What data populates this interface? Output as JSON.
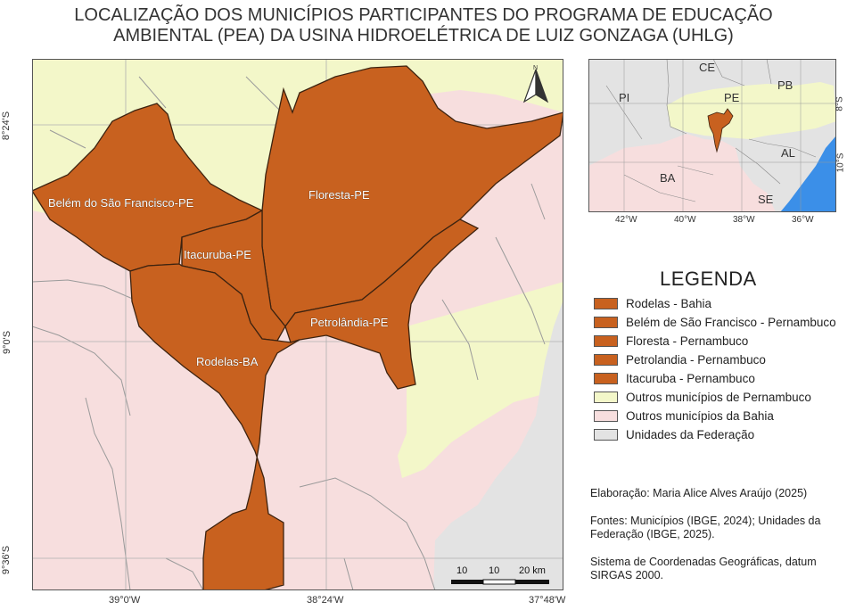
{
  "title": {
    "line1": "LOCALIZAÇÃO DOS MUNICÍPIOS PARTICIPANTES DO PROGRAMA DE EDUCAÇÃO",
    "line2": "AMBIENTAL (PEA) DA USINA HIDROELÉTRICA DE LUIZ GONZAGA (UHLG)"
  },
  "colors": {
    "participant": "#c8611f",
    "pernambuco": "#f3f7c9",
    "bahia": "#f7dede",
    "federation": "#e3e3e3",
    "ocean": "#3b8fe8",
    "border": "#444444"
  },
  "main_map": {
    "north_arrow_label": "N",
    "municipalities": [
      {
        "label": "Belém do São Francisco-PE"
      },
      {
        "label": "Floresta-PE"
      },
      {
        "label": "Itacuruba-PE"
      },
      {
        "label": "Petrolândia-PE"
      },
      {
        "label": "Rodelas-BA"
      }
    ],
    "lon_ticks": [
      "39°0'W",
      "38°24'W",
      "37°48'W"
    ],
    "lat_ticks": [
      "8°24'S",
      "9°0'S",
      "9°36'S"
    ],
    "scale_bar": {
      "labels": [
        "10",
        "10",
        "20 km"
      ]
    }
  },
  "inset_map": {
    "state_labels": [
      "CE",
      "PB",
      "PI",
      "PE",
      "AL",
      "BA",
      "SE"
    ],
    "lon_ticks": [
      "42°W",
      "40°W",
      "38°W",
      "36°W"
    ],
    "lat_ticks": [
      "8°S",
      "10°S"
    ]
  },
  "legend": {
    "title": "LEGENDA",
    "items": [
      {
        "label": "Rodelas - Bahia",
        "color": "#c8611f"
      },
      {
        "label": "Belém de São Francisco - Pernambuco",
        "color": "#c8611f"
      },
      {
        "label": "Floresta - Pernambuco",
        "color": "#c8611f"
      },
      {
        "label": "Petrolandia - Pernambuco",
        "color": "#c8611f"
      },
      {
        "label": "Itacuruba - Pernambuco",
        "color": "#c8611f"
      },
      {
        "label": "Outros municípios de Pernambuco",
        "color": "#f3f7c9"
      },
      {
        "label": "Outros municípios da Bahia",
        "color": "#f7dede"
      },
      {
        "label": "Unidades da Federação",
        "color": "#e3e3e3"
      }
    ]
  },
  "credits": {
    "author": "Elaboração: Maria Alice Alves Araújo (2025)",
    "sources": "Fontes: Municípios (IBGE, 2024); Unidades da Federação (IBGE, 2025).",
    "crs": "Sistema de Coordenadas Geográficas, datum SIRGAS 2000."
  }
}
